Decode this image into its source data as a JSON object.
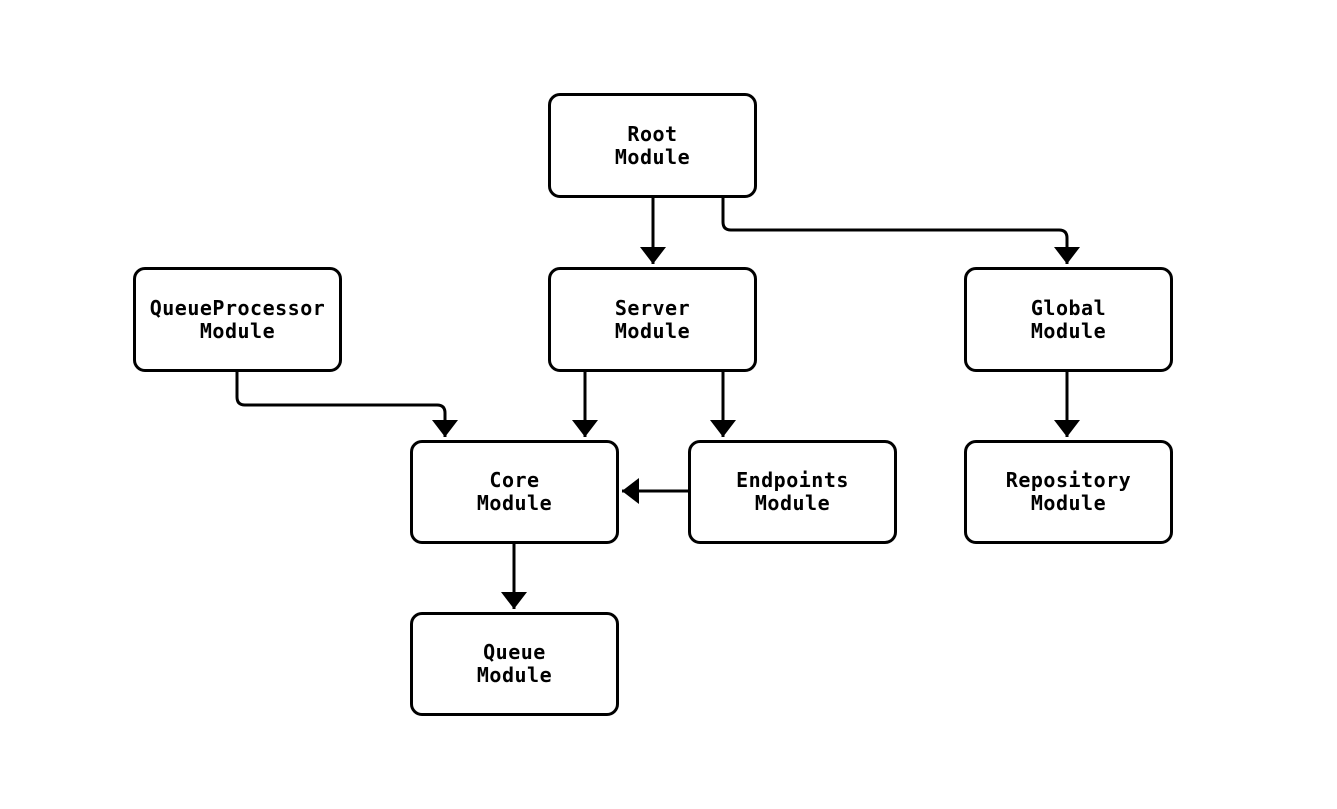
{
  "diagram": {
    "type": "flowchart",
    "background_color": "#ffffff",
    "stroke_color": "#000000",
    "node_fill_color": "#ffffff",
    "text_color": "#000000",
    "nodes": {
      "root": {
        "line1": "Root",
        "line2": "Module",
        "label": "Root Module"
      },
      "queueprocessor": {
        "line1": "QueueProcessor",
        "line2": "Module",
        "label": "QueueProcessor Module"
      },
      "server": {
        "line1": "Server",
        "line2": "Module",
        "label": "Server Module"
      },
      "global": {
        "line1": "Global",
        "line2": "Module",
        "label": "Global Module"
      },
      "core": {
        "line1": "Core",
        "line2": "Module",
        "label": "Core Module"
      },
      "endpoints": {
        "line1": "Endpoints",
        "line2": "Module",
        "label": "Endpoints Module"
      },
      "repository": {
        "line1": "Repository",
        "line2": "Module",
        "label": "Repository Module"
      },
      "queue": {
        "line1": "Queue",
        "line2": "Module",
        "label": "Queue Module"
      }
    },
    "edges": [
      {
        "from": "Root Module",
        "to": "Server Module"
      },
      {
        "from": "Root Module",
        "to": "Global Module"
      },
      {
        "from": "QueueProcessor Module",
        "to": "Core Module"
      },
      {
        "from": "Server Module",
        "to": "Core Module"
      },
      {
        "from": "Server Module",
        "to": "Endpoints Module"
      },
      {
        "from": "Endpoints Module",
        "to": "Core Module"
      },
      {
        "from": "Global Module",
        "to": "Repository Module"
      },
      {
        "from": "Core Module",
        "to": "Queue Module"
      }
    ]
  }
}
